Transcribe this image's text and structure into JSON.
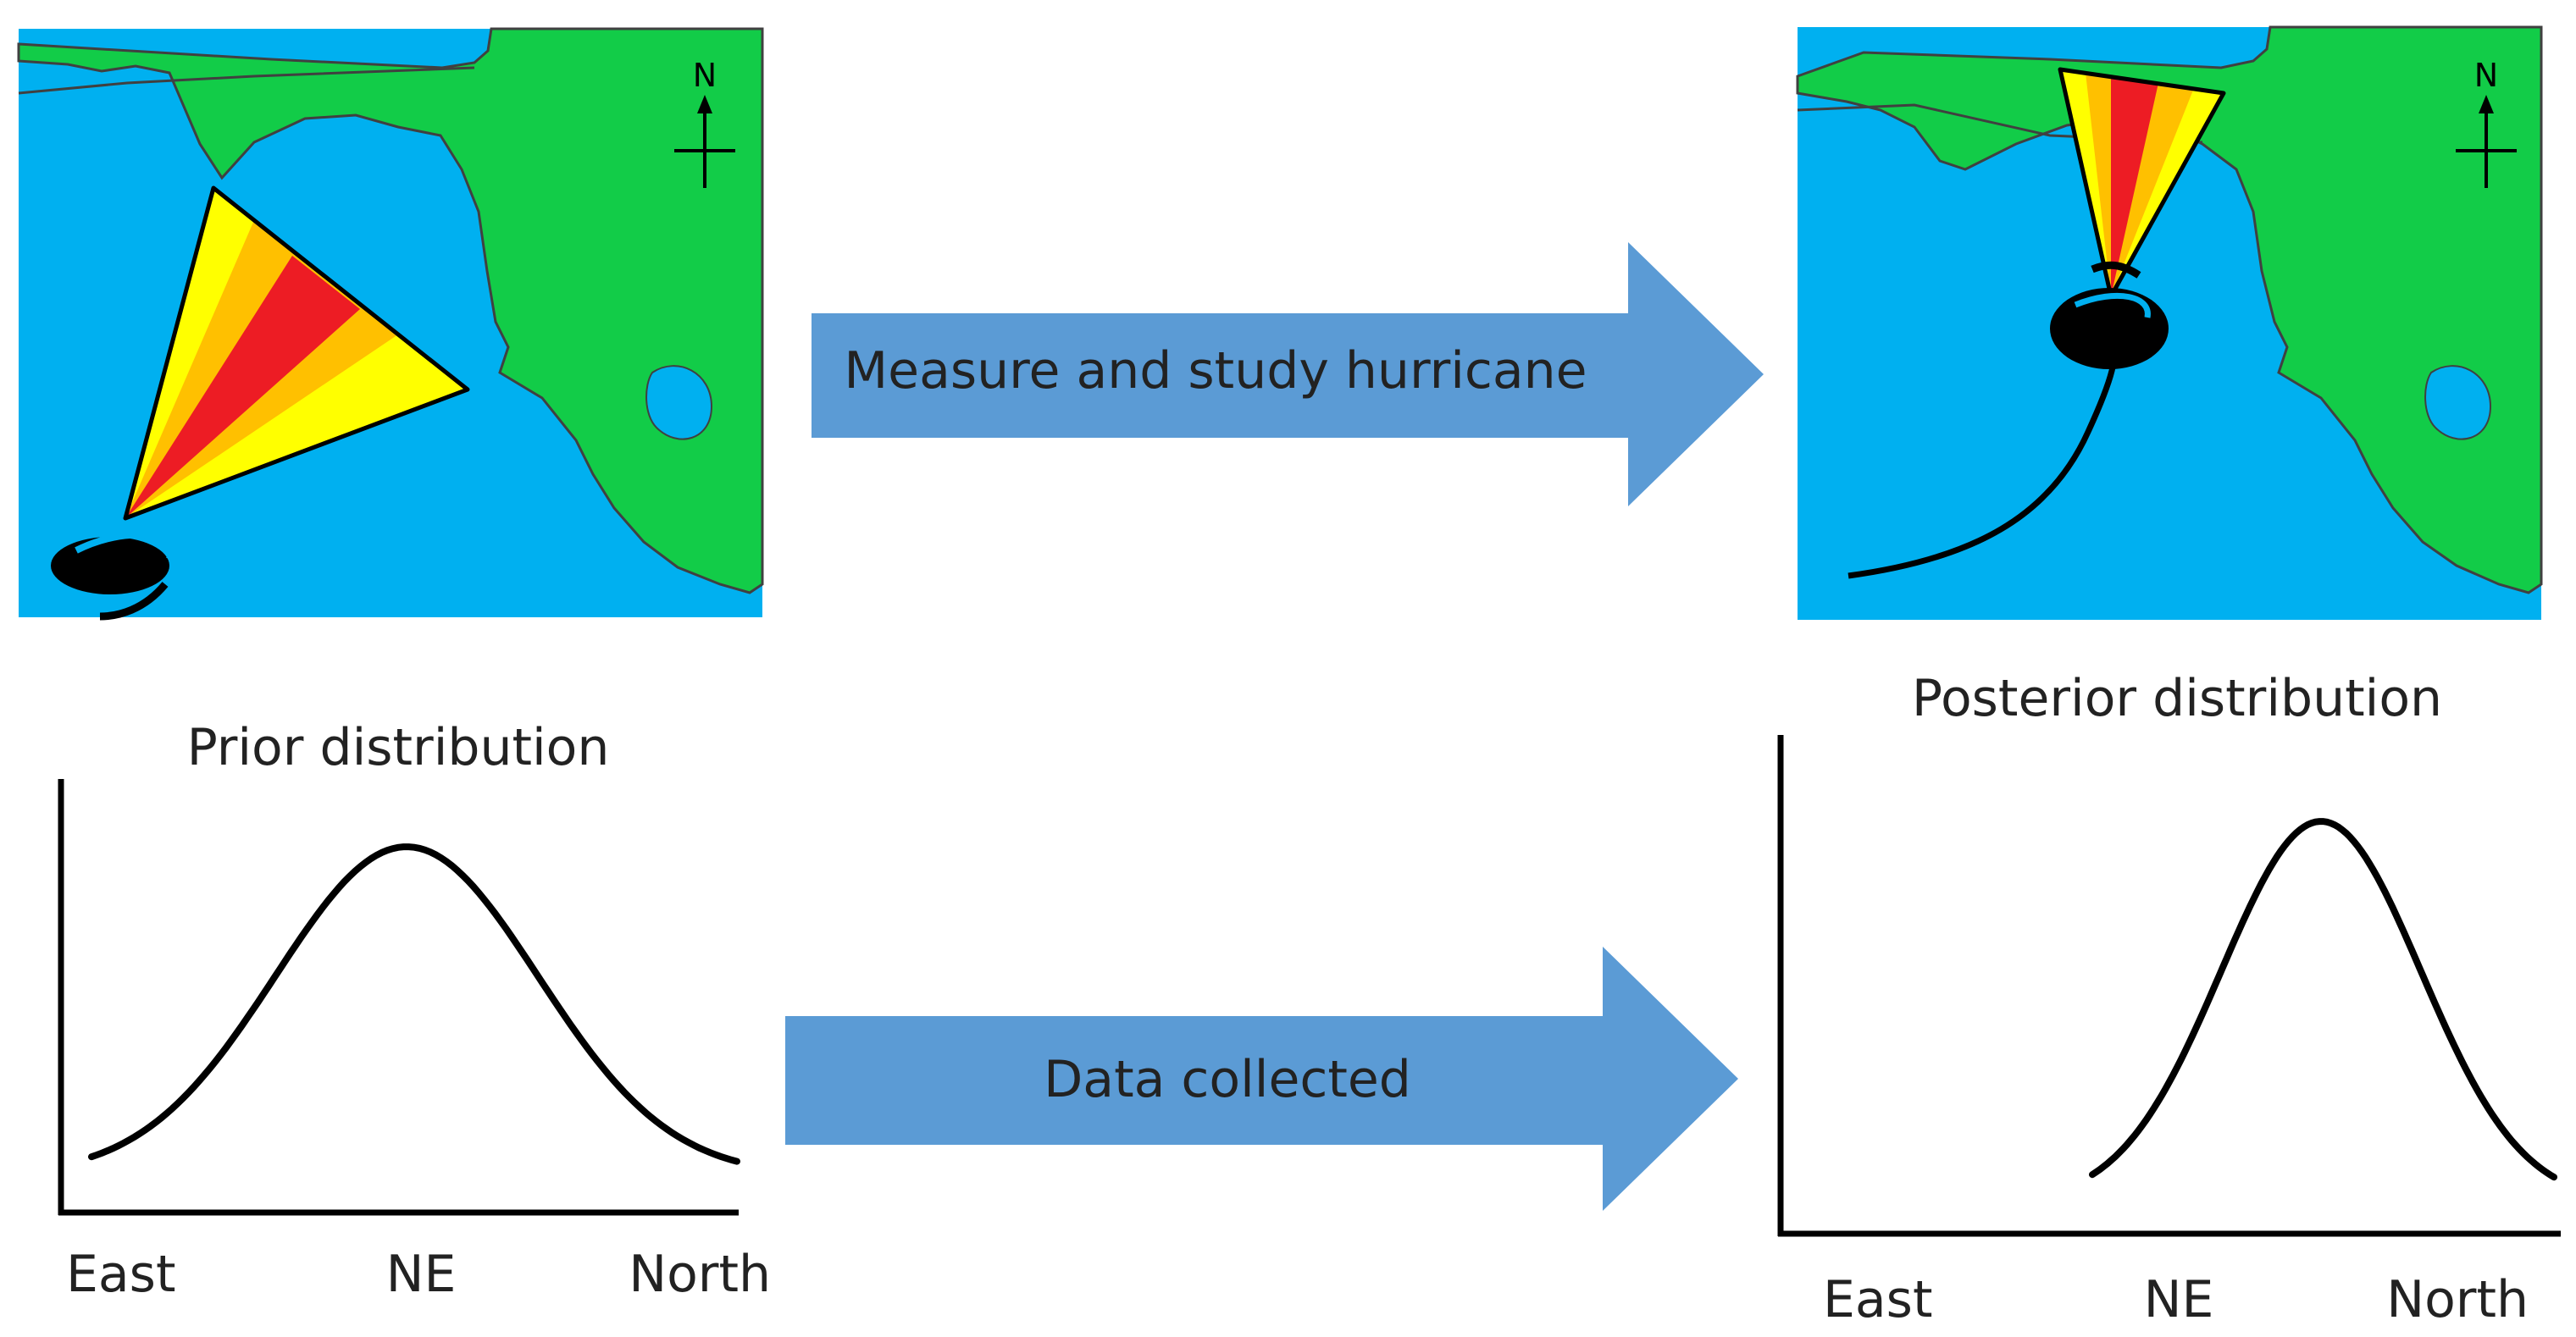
{
  "arrows": {
    "top_label": "Measure and study hurricane",
    "bottom_label": "Data collected"
  },
  "maps": {
    "compass_label": "N",
    "water_color": "#00b0f0",
    "land_color": "#12cc48",
    "cone_colors": [
      "#ffff00",
      "#ffc000",
      "#ed1c24"
    ],
    "storm_color": "#000000"
  },
  "prior": {
    "title": "Prior distribution",
    "tick_labels": [
      "East",
      "NE",
      "North"
    ]
  },
  "posterior": {
    "title": "Posterior distribution",
    "tick_labels": [
      "East",
      "NE",
      "North"
    ]
  },
  "colors": {
    "arrow_fill": "#5b9bd5",
    "text": "#222222",
    "curve": "#000000"
  }
}
